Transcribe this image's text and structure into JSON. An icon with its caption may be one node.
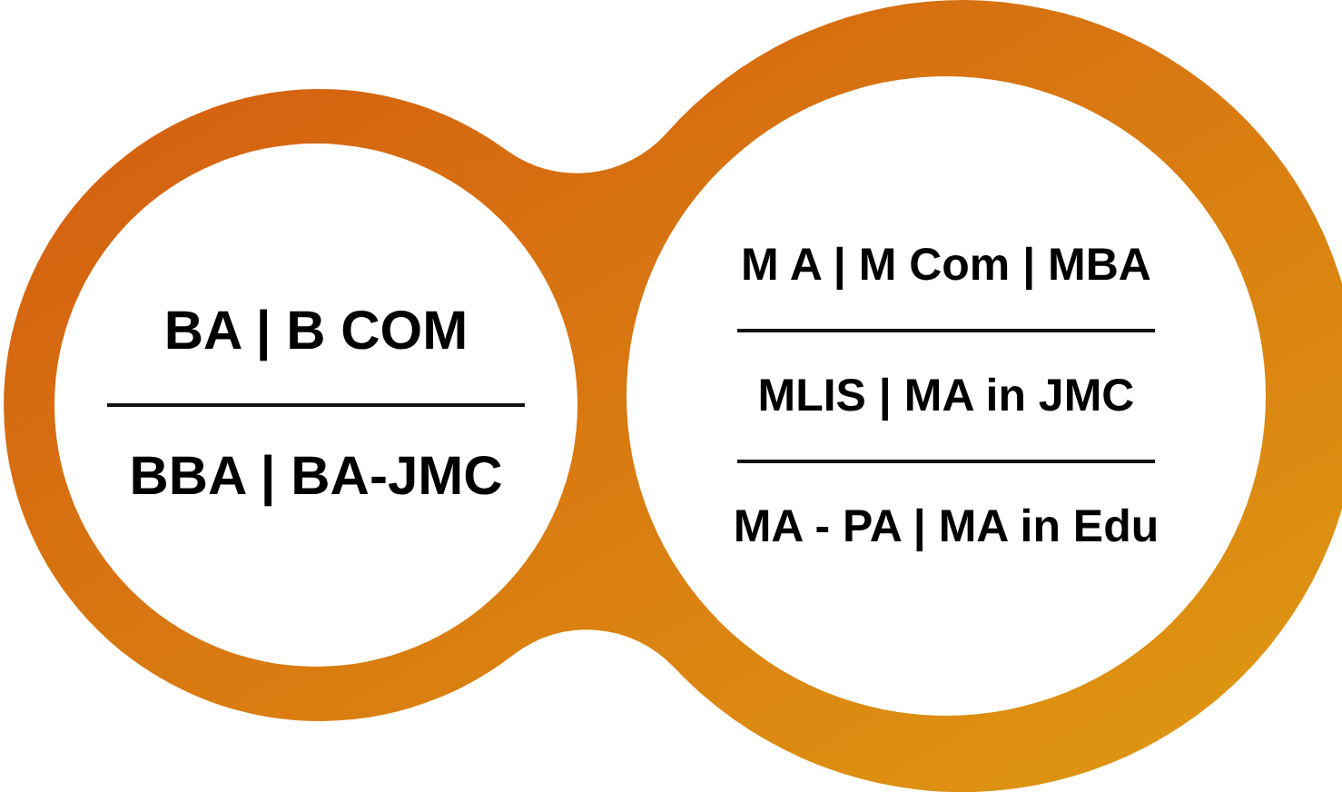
{
  "diagram": {
    "nodes": [
      {
        "text": [
          "BA | B COM",
          "BBA | BA-JMC"
        ]
      },
      {
        "text": [
          "M A | M Com | MBA",
          "MLIS | MA in JMC",
          "MA - PA | MA in Edu"
        ]
      }
    ]
  }
}
